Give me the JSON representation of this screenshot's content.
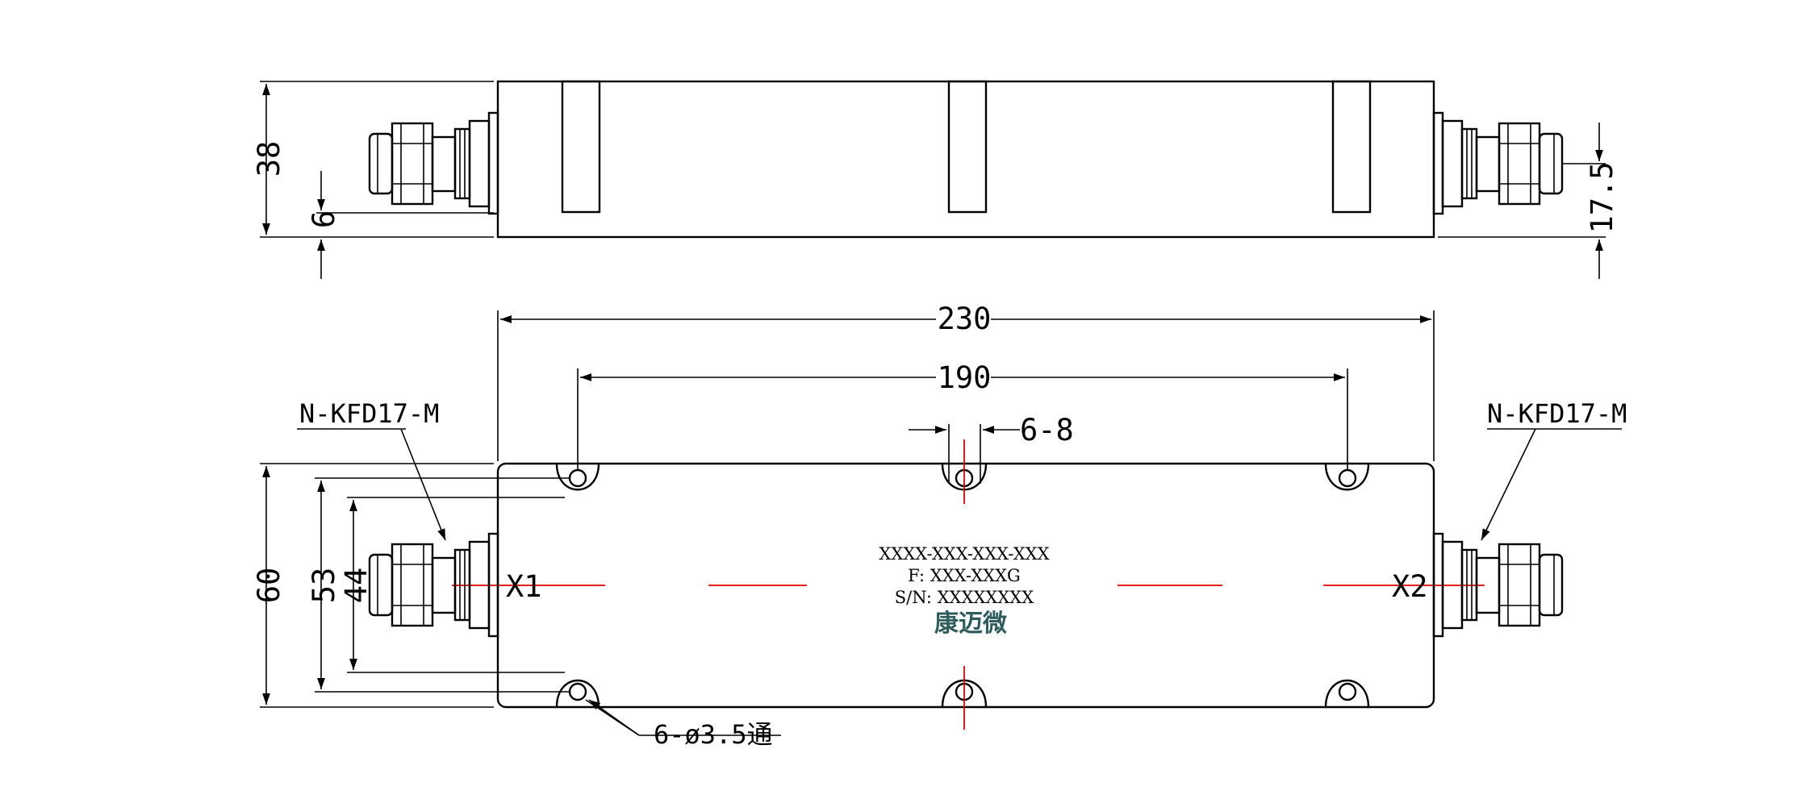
{
  "dimensions": {
    "side_height": "38",
    "side_offset": "6",
    "side_connector_height": "17.5",
    "overall_length": "230",
    "mount_spacing": "190",
    "slot_width": "6-8",
    "overall_width": "60",
    "hole_span": "53",
    "inner_span": "44",
    "hole_callout": "6-ø3.5通"
  },
  "connectors": {
    "left_label": "N-KFD17-M",
    "right_label": "N-KFD17-M",
    "port_left": "X1",
    "port_right": "X2"
  },
  "nameplate": {
    "model": "XXXX-XXX-XXX-XXX",
    "frequency": "F: XXX-XXXG",
    "serial": "S/N: XXXXXXXX",
    "brand": "康迈微"
  },
  "colors": {
    "line": "#000000",
    "centerline": "#e10000",
    "brand": "#2f5d5d"
  }
}
